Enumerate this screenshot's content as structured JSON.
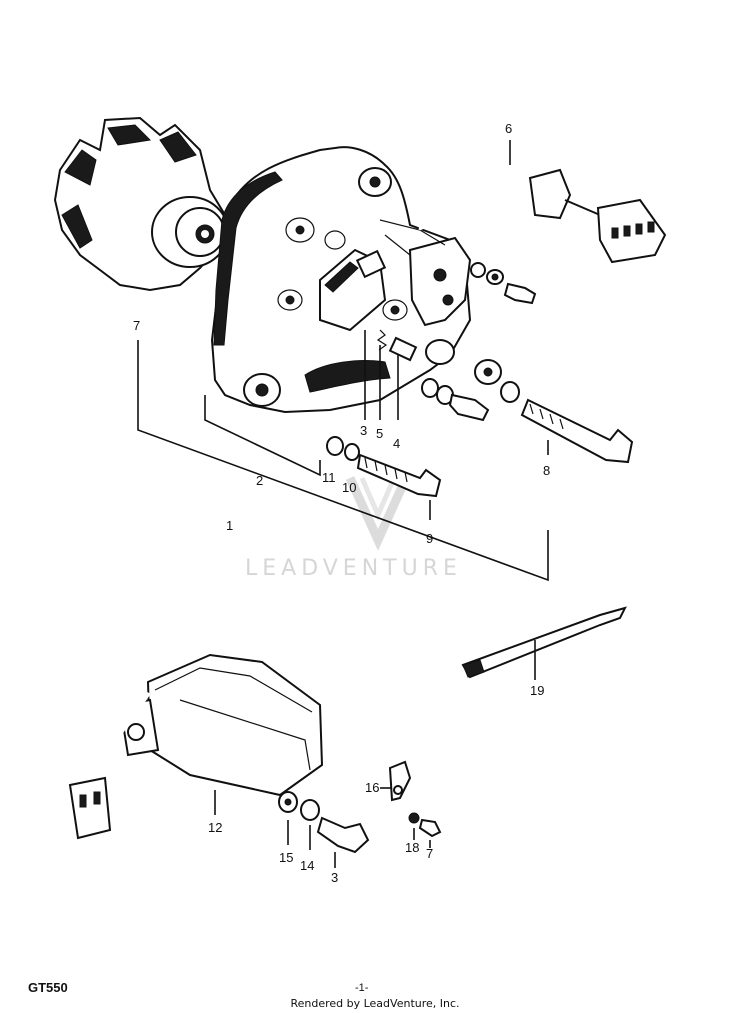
{
  "callouts": {
    "c1": "1",
    "c2": "2",
    "c3a": "3",
    "c3b": "3",
    "c4": "4",
    "c5": "5",
    "c6": "6",
    "c7a": "7",
    "c7b": "7",
    "c8": "8",
    "c9": "9",
    "c10": "10",
    "c11": "11",
    "c12": "12",
    "c14": "14",
    "c15": "15",
    "c16": "16",
    "c18": "18",
    "c19": "19"
  },
  "watermark": {
    "text": "LEADVENTURE"
  },
  "footer": {
    "model": "GT550",
    "page_number": "-1-",
    "rendered_by": "Rendered by LeadVenture, Inc."
  }
}
